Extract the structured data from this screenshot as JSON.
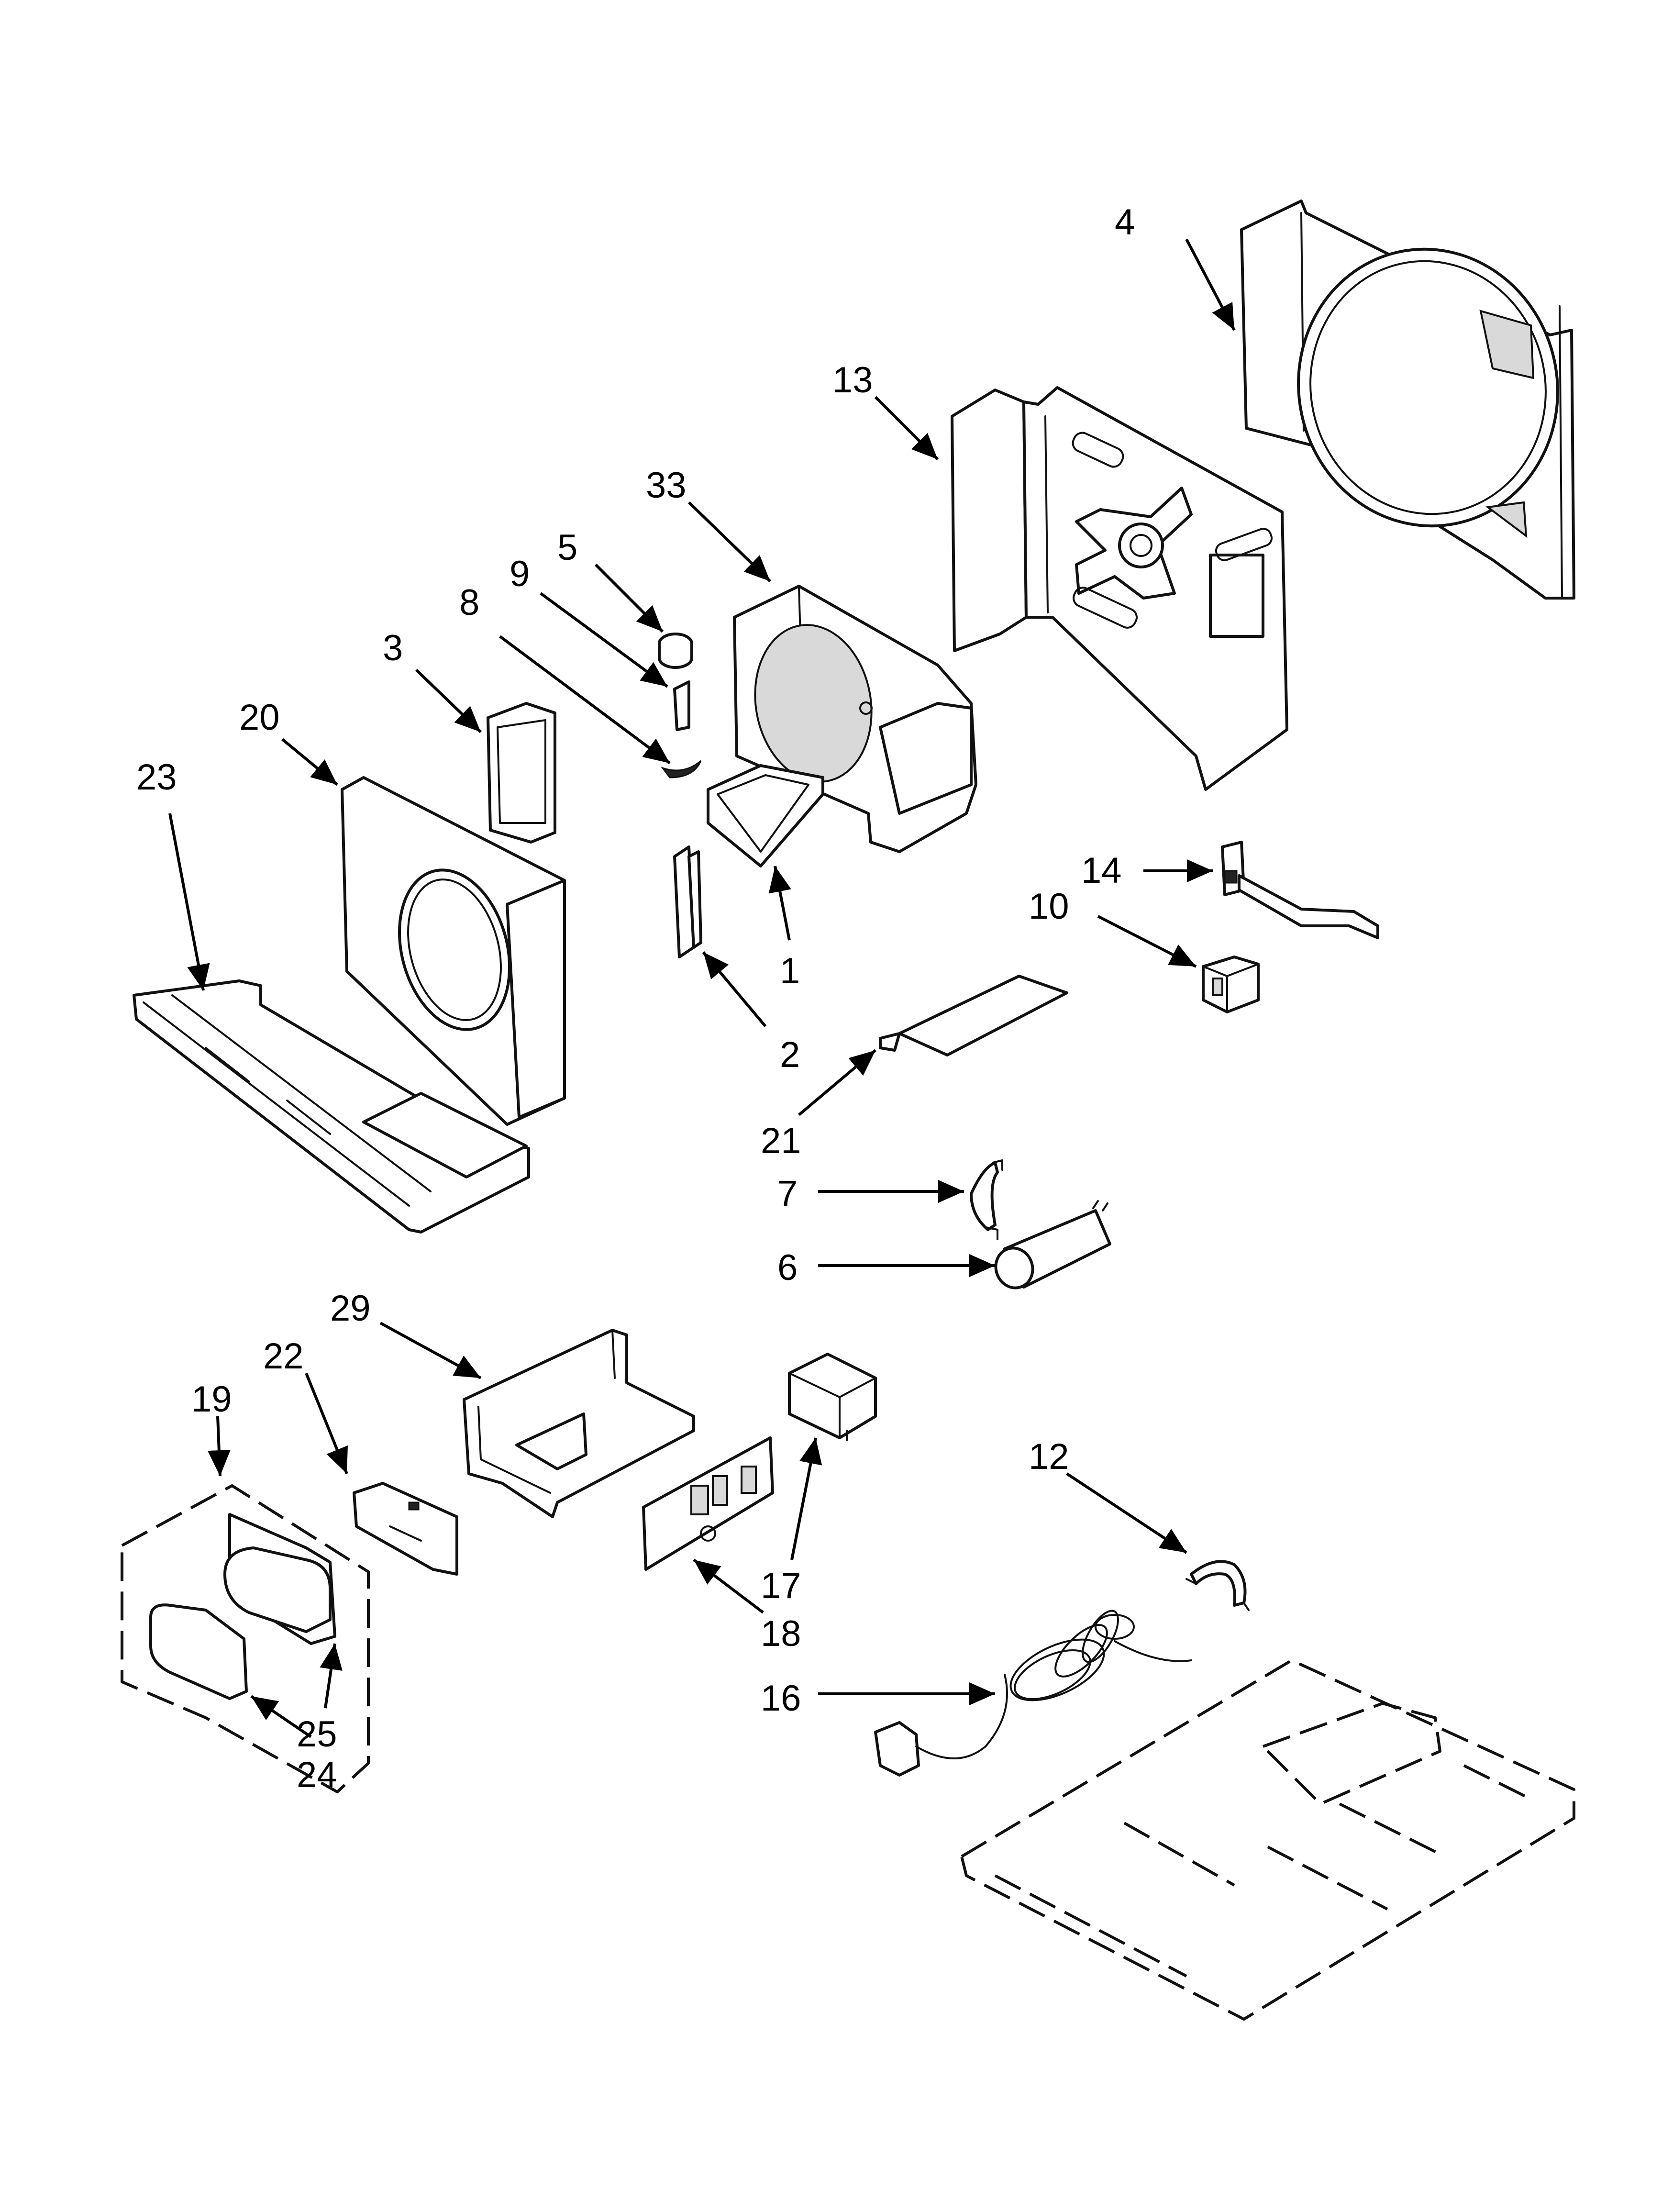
{
  "callouts": [
    {
      "id": "c1",
      "label": "1"
    },
    {
      "id": "c2",
      "label": "2"
    },
    {
      "id": "c3",
      "label": "3"
    },
    {
      "id": "c4",
      "label": "4"
    },
    {
      "id": "c5",
      "label": "5"
    },
    {
      "id": "c6",
      "label": "6"
    },
    {
      "id": "c7",
      "label": "7"
    },
    {
      "id": "c8",
      "label": "8"
    },
    {
      "id": "c9",
      "label": "9"
    },
    {
      "id": "c10",
      "label": "10"
    },
    {
      "id": "c12",
      "label": "12"
    },
    {
      "id": "c13",
      "label": "13"
    },
    {
      "id": "c14",
      "label": "14"
    },
    {
      "id": "c16",
      "label": "16"
    },
    {
      "id": "c17",
      "label": "17"
    },
    {
      "id": "c18",
      "label": "18"
    },
    {
      "id": "c19",
      "label": "19"
    },
    {
      "id": "c20",
      "label": "20"
    },
    {
      "id": "c21",
      "label": "21"
    },
    {
      "id": "c22",
      "label": "22"
    },
    {
      "id": "c23",
      "label": "23"
    },
    {
      "id": "c24",
      "label": "24"
    },
    {
      "id": "c25",
      "label": "25"
    },
    {
      "id": "c29",
      "label": "29"
    },
    {
      "id": "c33",
      "label": "33"
    }
  ]
}
